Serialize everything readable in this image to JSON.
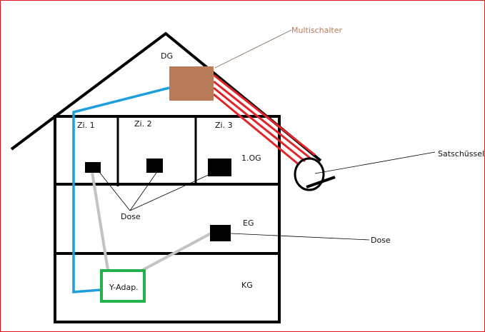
{
  "labels": {
    "dg": "DG",
    "multischalter": "Multischalter",
    "zi1": "Zi. 1",
    "zi2": "Zi. 2",
    "zi3": "Zi. 3",
    "og1": "1.OG",
    "satschuessel": "Satschüssel",
    "dose_og": "Dose",
    "eg": "EG",
    "dose_eg": "Dose",
    "y_adapter": "Y-Adap.",
    "kg": "KG"
  },
  "colors": {
    "multischalter": "#b97a57",
    "sat_cable": "#e0242a",
    "blue_cable": "#1e9fdc",
    "grey_cable": "#c3c3c3",
    "y_adapter_border": "#22b14c"
  }
}
